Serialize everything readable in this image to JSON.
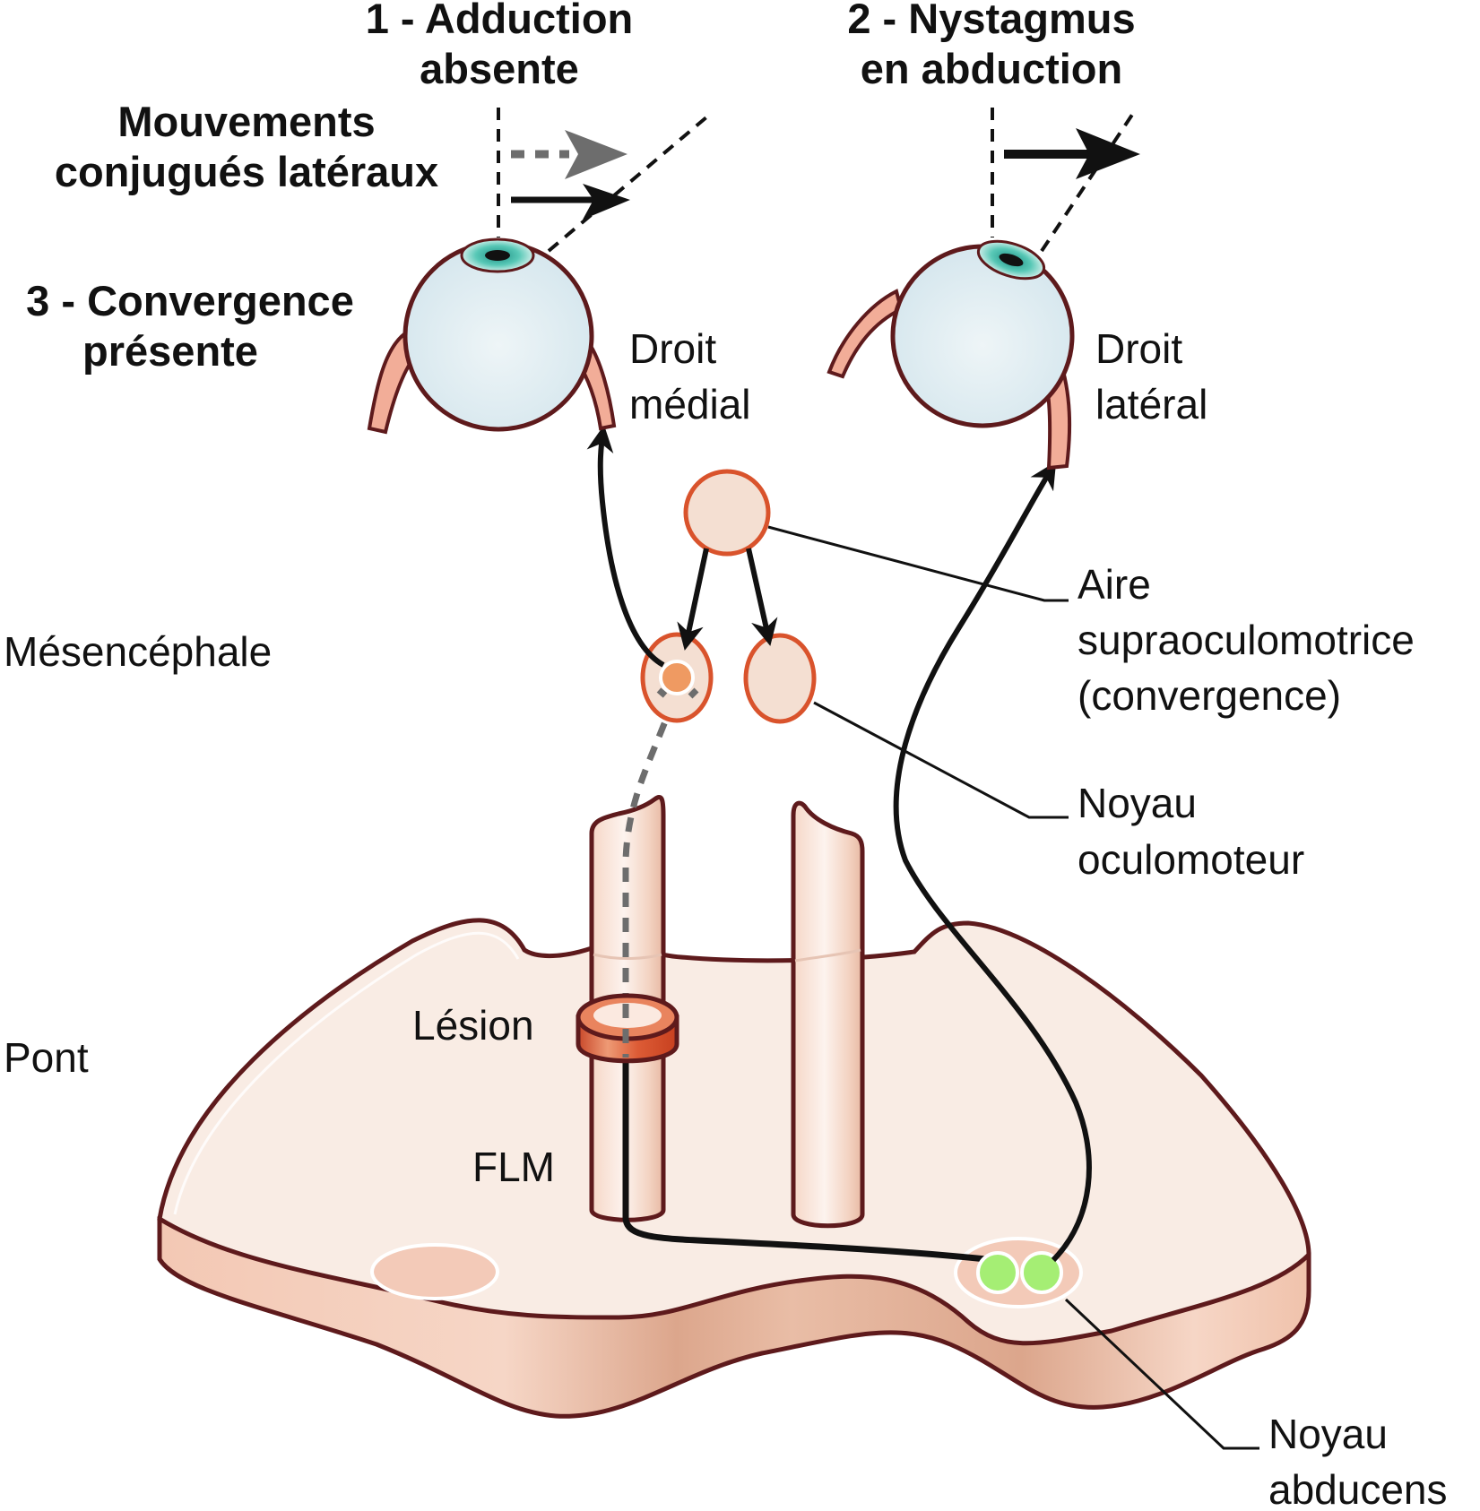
{
  "diagram": {
    "title_labels": {
      "adduction": [
        "1 - Adduction",
        "absente"
      ],
      "nystagmus": [
        "2 - Nystagmus",
        "en abduction"
      ],
      "convergence": [
        "3 - Convergence",
        "présente"
      ],
      "conjugate": [
        "Mouvements",
        "conjugués latéraux"
      ]
    },
    "muscle_labels": {
      "medial_rectus": [
        "Droit",
        "médial"
      ],
      "lateral_rectus": [
        "Droit",
        "latéral"
      ]
    },
    "region_labels": {
      "midbrain": "Mésencéphale",
      "pons": "Pont"
    },
    "structure_labels": {
      "supraoculomotor": [
        "Aire",
        "supraoculomotrice",
        "(convergence)"
      ],
      "oculomotor_nucleus": [
        "Noyau",
        "oculomoteur"
      ],
      "abducens_nucleus": [
        "Noyau",
        "abducens"
      ],
      "lesion": "Lésion",
      "mlf": "FLM"
    },
    "colors": {
      "outline": "#5e1a1c",
      "pons_fill": "#f9ece4",
      "pons_side": "#e8b8a0",
      "nucleus_fill": "#f4dfd2",
      "nucleus_stroke": "#d9532c",
      "lesion": "#e06a3e",
      "abducens_cell": "#a5ee74",
      "eye_fill": "#e3eff3",
      "iris": "#4bbfae",
      "muscle": "#f2ad98",
      "dashed_gray": "#6d6d6d"
    }
  }
}
